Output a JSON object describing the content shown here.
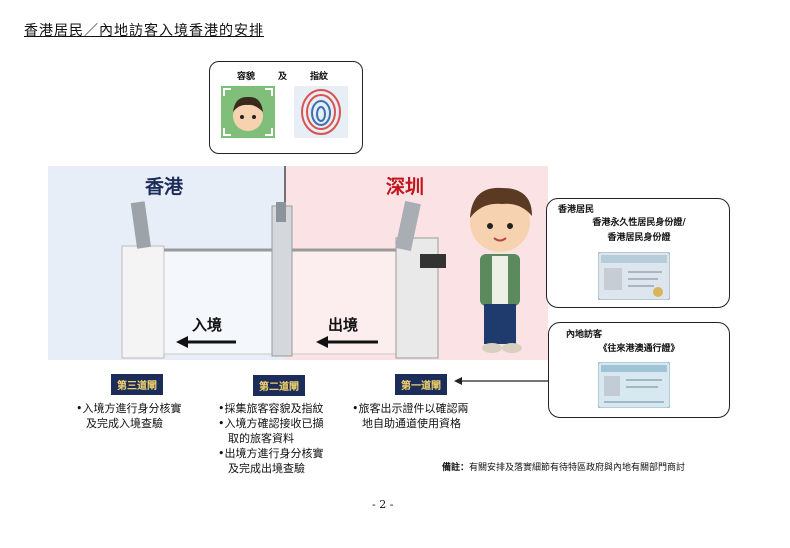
{
  "title": "香港居民／內地訪客入境香港的安排",
  "zones": {
    "hk": "香港",
    "sz": "深圳"
  },
  "biometrics": {
    "face_label": "容貌",
    "and_label": "及",
    "finger_label": "指紋"
  },
  "directions": {
    "entry": "入境",
    "exit": "出境"
  },
  "hk_resident_box": {
    "title": "香港居民",
    "line1": "香港永久性居民身份證/",
    "line2": "香港居民身份證"
  },
  "visitor_box": {
    "title": "內地訪客",
    "line1": "《往來港澳通行證》"
  },
  "gates": {
    "third": {
      "label": "第三道閘",
      "bullets": [
        "入境方進行身分核實",
        "及完成入境查驗"
      ]
    },
    "second": {
      "label": "第二道閘",
      "bullets": [
        "採集旅客容貌及指紋",
        "入境方確認接收已擷",
        "取的旅客資料",
        "出境方進行身分核實",
        "及完成出境查驗"
      ]
    },
    "first": {
      "label": "第一道閘",
      "bullets": [
        "旅客出示證件以確認兩",
        "地自助通道使用資格"
      ]
    }
  },
  "remark": {
    "label": "備註：",
    "text": "有關安排及落實細節有待特區政府與內地有關部門商討"
  },
  "page_number": "- 2 -"
}
